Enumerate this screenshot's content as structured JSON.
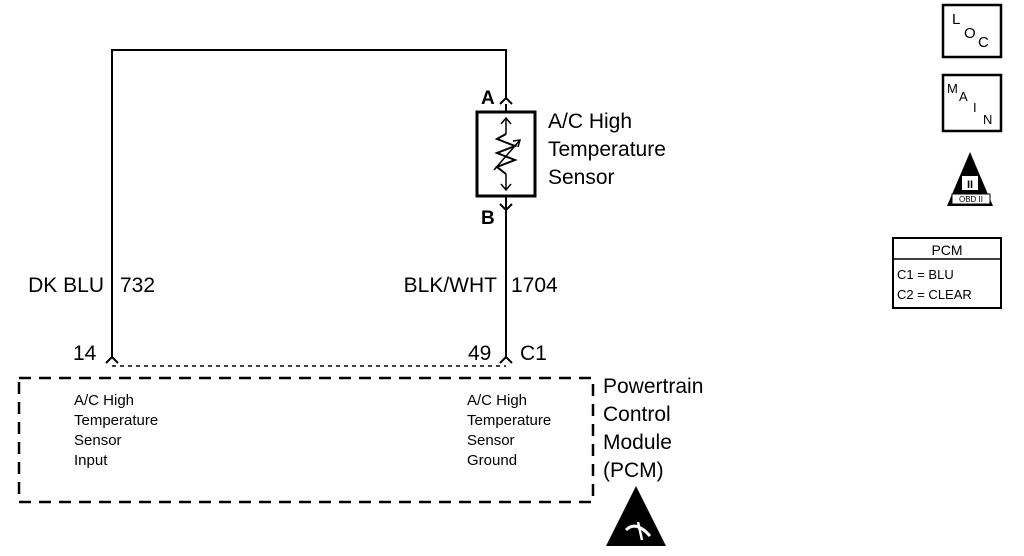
{
  "wires": {
    "left": {
      "color": "DK BLU",
      "circuit": "732"
    },
    "right": {
      "color": "BLK/WHT",
      "circuit": "1704"
    }
  },
  "sensor": {
    "pin_a": "A",
    "pin_b": "B",
    "name_lines": [
      "A/C High",
      "Temperature",
      "Sensor"
    ]
  },
  "connector": {
    "pin_left": "14",
    "pin_right": "49",
    "id": "C1"
  },
  "pcm_box": {
    "left_lines": [
      "A/C High",
      "Temperature",
      "Sensor",
      "Input"
    ],
    "right_lines": [
      "A/C High",
      "Temperature",
      "Sensor",
      "Ground"
    ],
    "name_lines": [
      "Powertrain",
      "Control",
      "Module",
      "(PCM)"
    ]
  },
  "side_icons": {
    "loc": {
      "top": "L",
      "bottom": "O",
      "end": "C"
    },
    "main": {
      "l1": "M",
      "l2": "A",
      "l3": "I",
      "l4": "N"
    },
    "obd": {
      "num": "II",
      "text": "OBD II"
    }
  },
  "pcm_legend": {
    "title": "PCM",
    "lines": [
      "C1 = BLU",
      "C2 = CLEAR"
    ]
  }
}
